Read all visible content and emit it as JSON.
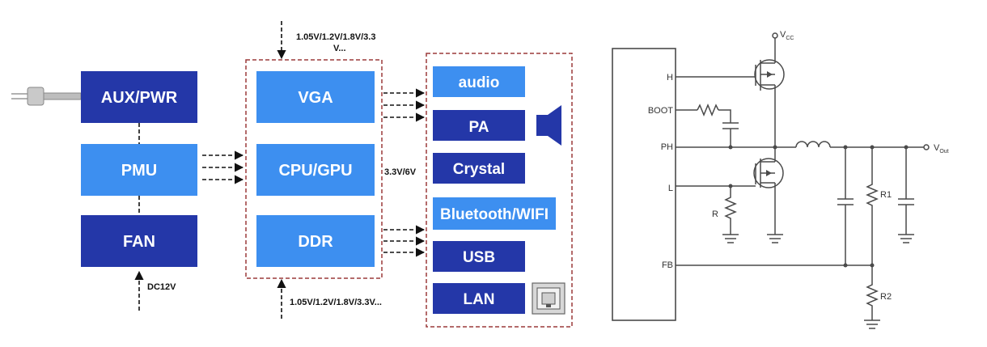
{
  "block_diagram": {
    "power": {
      "aux": "AUX/PWR",
      "pmu": "PMU",
      "fan": "FAN",
      "dc_input": "DC12V"
    },
    "core": {
      "vga": "VGA",
      "cpu": "CPU/GPU",
      "ddr": "DDR",
      "top_voltage_line1": "1.05V/1.2V/1.8V/3.3",
      "top_voltage_line2": "V...",
      "side_voltage": "3.3V/6V",
      "bottom_voltage": "1.05V/1.2V/1.8V/3.3V..."
    },
    "peripherals": {
      "audio": "audio",
      "pa": "PA",
      "crystal": "Crystal",
      "bluetooth": "Bluetooth/WIFI",
      "usb": "USB",
      "lan": "LAN"
    },
    "colors": {
      "dark_block": "#2437a8",
      "light_block": "#3d8ff0",
      "border": "#9b3a3a"
    }
  },
  "schematic": {
    "pins": {
      "h": "H",
      "boot": "BOOT",
      "ph": "PH",
      "l": "L",
      "fb": "FB"
    },
    "supply": {
      "main": "V",
      "sub": "CC"
    },
    "output": {
      "main": "V",
      "sub": "Out"
    },
    "r_label": "R",
    "r1_label": "R1",
    "r2_label": "R2"
  }
}
